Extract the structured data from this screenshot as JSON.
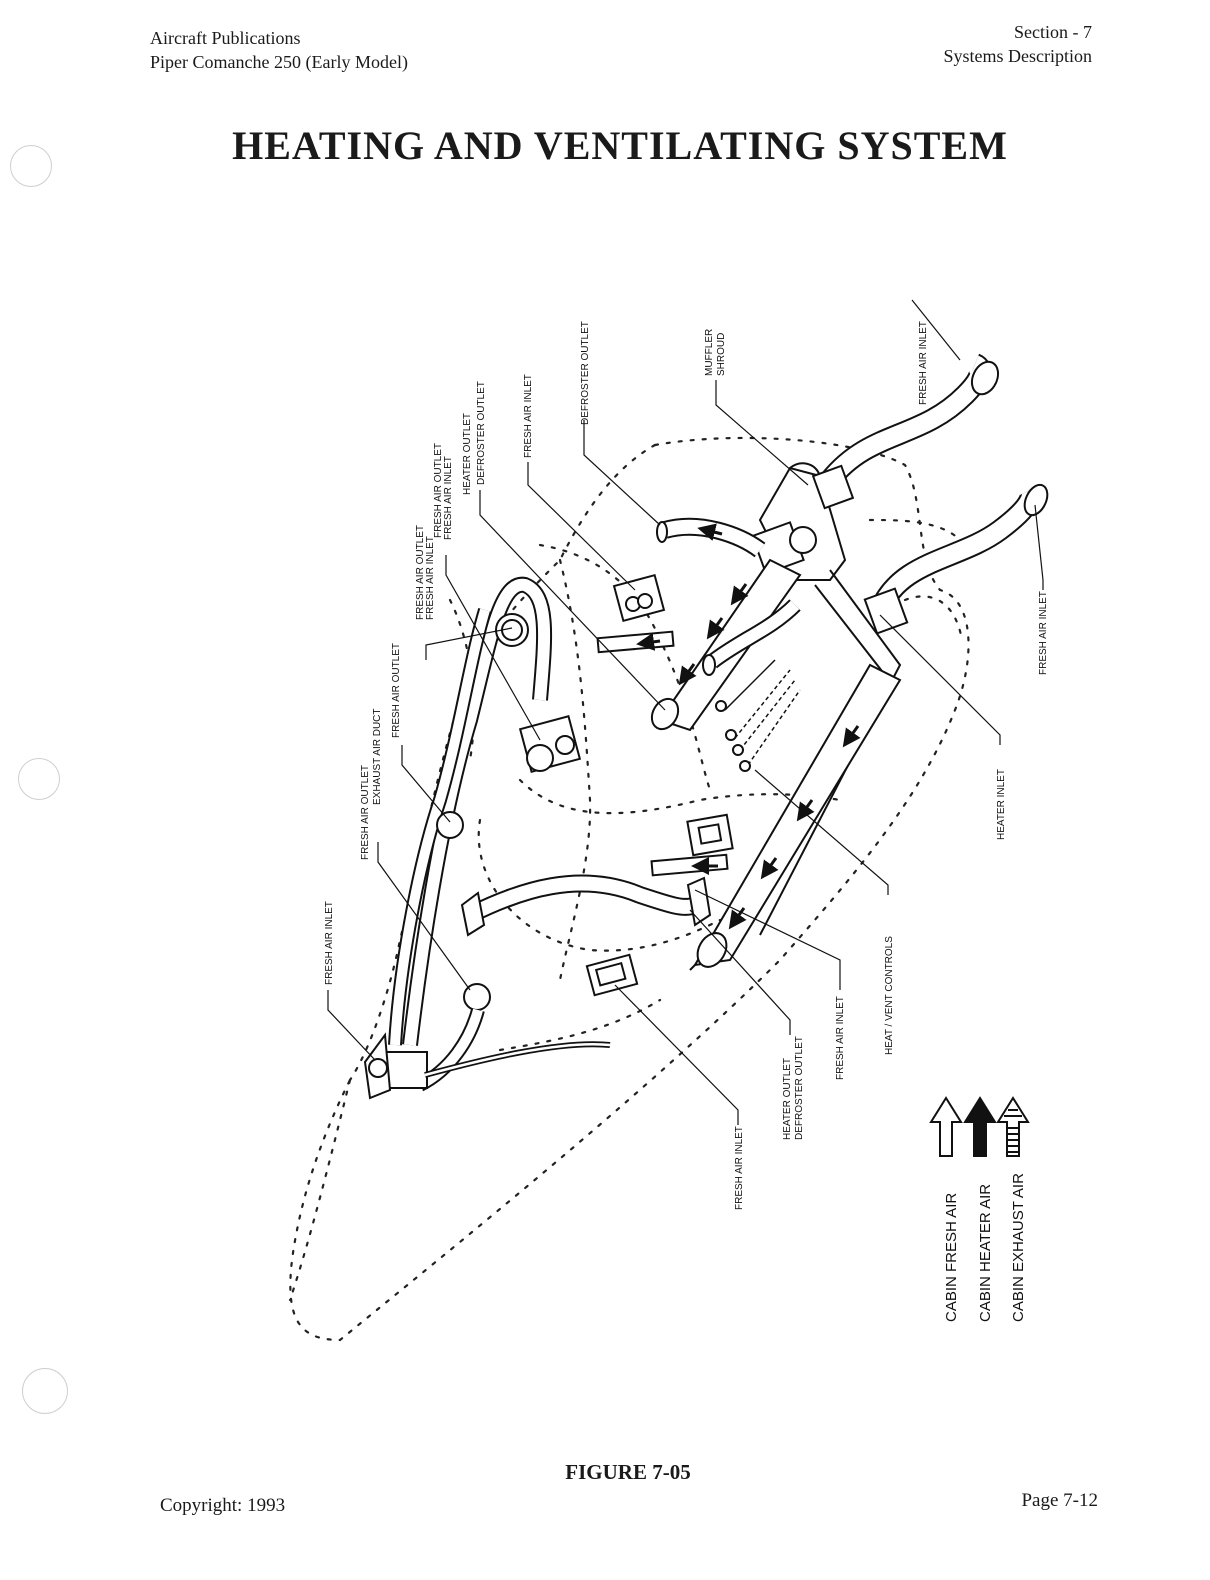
{
  "header": {
    "left_line1": "Aircraft Publications",
    "left_line2": "Piper Comanche 250 (Early Model)",
    "right_line1": "Section - 7",
    "right_line2": "Systems Description"
  },
  "title": "HEATING AND VENTILATING SYSTEM",
  "diagram": {
    "labels": {
      "defroster_outlet_top": "DEFROSTER OUTLET",
      "muffler_shroud_1": "MUFFLER",
      "muffler_shroud_2": "SHROUD",
      "fresh_air_inlet_top_right": "FRESH AIR INLET",
      "fresh_air_inlet_top": "FRESH AIR INLET",
      "heater_outlet_top": "HEATER OUTLET",
      "defroster_outlet_mid": "DEFROSTER OUTLET",
      "fresh_air_outlet_a": "FRESH AIR OUTLET",
      "fresh_air_inlet_a": "FRESH AIR INLET",
      "fresh_air_outlet_b": "FRESH AIR OUTLET",
      "fresh_air_inlet_b": "FRESH AIR INLET",
      "fresh_air_outlet_c": "FRESH AIR OUTLET",
      "fresh_air_outlet_d": "FRESH AIR OUTLET",
      "exhaust_air_duct": "EXHAUST AIR DUCT",
      "fresh_air_inlet_left": "FRESH AIR INLET",
      "fresh_air_inlet_right": "FRESH AIR INLET",
      "heater_inlet": "HEATER INLET",
      "heat_vent_controls": "HEAT / VENT CONTROLS",
      "fresh_air_inlet_bottom_mid": "FRESH AIR INLET",
      "heater_outlet_bottom": "HEATER OUTLET",
      "defroster_outlet_bottom": "DEFROSTER OUTLET",
      "fresh_air_inlet_bottom": "FRESH AIR INLET"
    },
    "legend": [
      {
        "label": "CABIN FRESH AIR",
        "arrow": "hollow-arrow-icon"
      },
      {
        "label": "CABIN HEATER AIR",
        "arrow": "solid-arrow-icon"
      },
      {
        "label": "CABIN EXHAUST AIR",
        "arrow": "hatched-arrow-icon"
      }
    ]
  },
  "figure_caption": "FIGURE 7-05",
  "footer": {
    "copyright": "Copyright: 1993",
    "page": "Page 7-12"
  }
}
